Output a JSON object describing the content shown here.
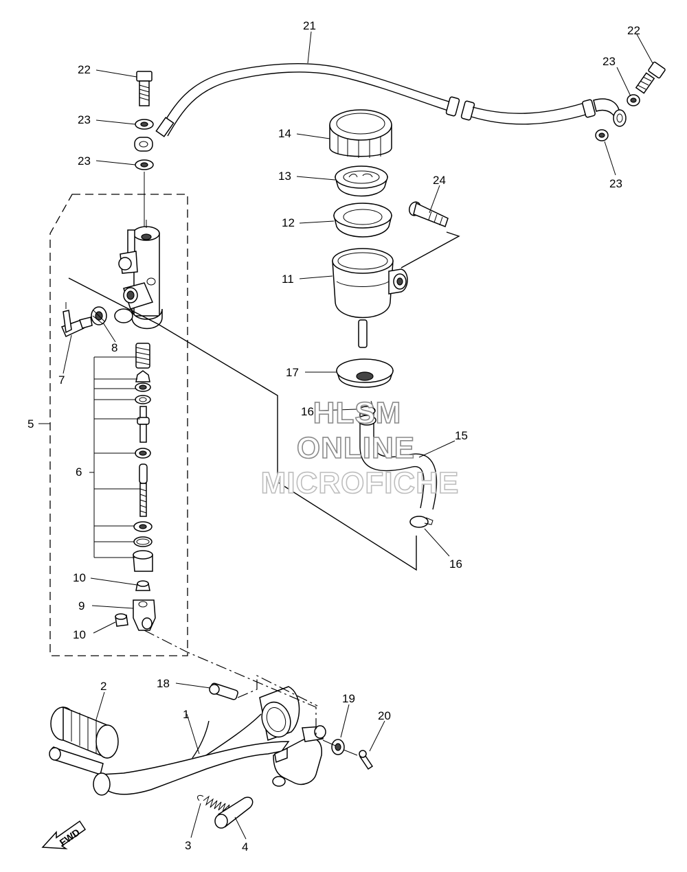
{
  "callouts": [
    {
      "id": "c21",
      "text": "21"
    },
    {
      "id": "c22a",
      "text": "22"
    },
    {
      "id": "c22b",
      "text": "22"
    },
    {
      "id": "c23a",
      "text": "23"
    },
    {
      "id": "c23b",
      "text": "23"
    },
    {
      "id": "c23c",
      "text": "23"
    },
    {
      "id": "c23d",
      "text": "23"
    },
    {
      "id": "c14",
      "text": "14"
    },
    {
      "id": "c13",
      "text": "13"
    },
    {
      "id": "c12",
      "text": "12"
    },
    {
      "id": "c24",
      "text": "24"
    },
    {
      "id": "c11",
      "text": "11"
    },
    {
      "id": "c17",
      "text": "17"
    },
    {
      "id": "c16a",
      "text": "16"
    },
    {
      "id": "c15",
      "text": "15"
    },
    {
      "id": "c16b",
      "text": "16"
    },
    {
      "id": "c8",
      "text": "8"
    },
    {
      "id": "c7",
      "text": "7"
    },
    {
      "id": "c5",
      "text": "5"
    },
    {
      "id": "c6",
      "text": "6"
    },
    {
      "id": "c10a",
      "text": "10"
    },
    {
      "id": "c9",
      "text": "9"
    },
    {
      "id": "c10b",
      "text": "10"
    },
    {
      "id": "c18",
      "text": "18"
    },
    {
      "id": "c2",
      "text": "2"
    },
    {
      "id": "c1",
      "text": "1"
    },
    {
      "id": "c19",
      "text": "19"
    },
    {
      "id": "c20",
      "text": "20"
    },
    {
      "id": "c3",
      "text": "3"
    },
    {
      "id": "c4",
      "text": "4"
    }
  ],
  "watermark": [
    "HLSM",
    "ONLINE",
    "MICROFICHE"
  ],
  "direction_label": "FWD"
}
